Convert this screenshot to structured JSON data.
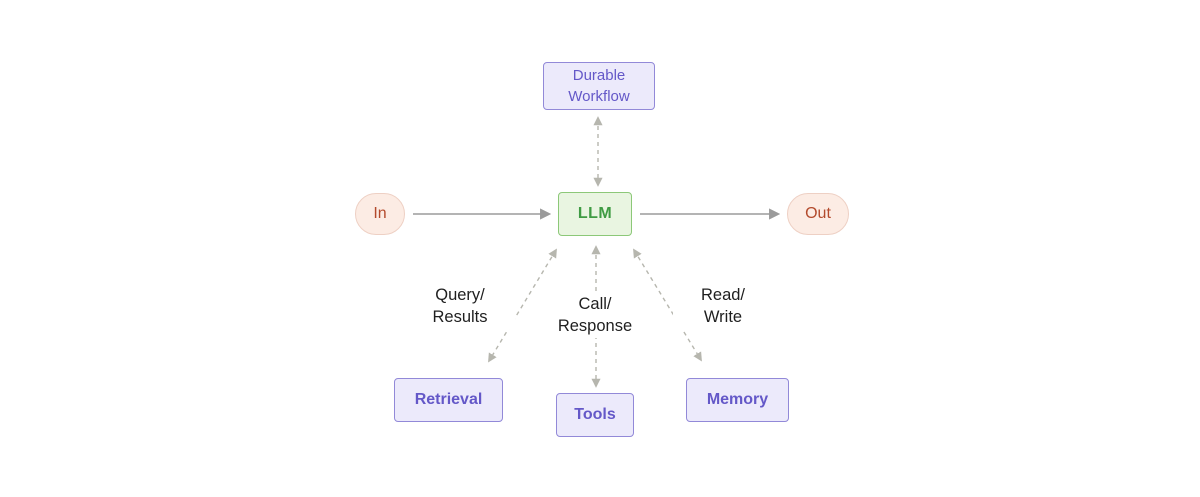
{
  "diagram": {
    "title": "LLM workflow diagram",
    "nodes": {
      "in": {
        "label": "In"
      },
      "llm": {
        "label": "LLM"
      },
      "out": {
        "label": "Out"
      },
      "durable_workflow": {
        "label": "Durable\nWorkflow"
      },
      "retrieval": {
        "label": "Retrieval"
      },
      "tools": {
        "label": "Tools"
      },
      "memory": {
        "label": "Memory"
      }
    },
    "edge_labels": {
      "query_results": "Query/\nResults",
      "call_response": "Call/\nResponse",
      "read_write": "Read/\nWrite"
    },
    "edges": [
      {
        "from": "in",
        "to": "llm",
        "style": "solid",
        "direction": "one-way"
      },
      {
        "from": "llm",
        "to": "out",
        "style": "solid",
        "direction": "one-way"
      },
      {
        "from": "llm",
        "to": "durable_workflow",
        "style": "dashed",
        "direction": "two-way"
      },
      {
        "from": "llm",
        "to": "retrieval",
        "style": "dashed",
        "direction": "two-way",
        "label": "Query/ Results"
      },
      {
        "from": "llm",
        "to": "tools",
        "style": "dashed",
        "direction": "two-way",
        "label": "Call/ Response"
      },
      {
        "from": "llm",
        "to": "memory",
        "style": "dashed",
        "direction": "two-way",
        "label": "Read/ Write"
      }
    ],
    "colors": {
      "canvas_bg": "#ffffff",
      "node_purple_bg": "#eceafb",
      "node_purple_border": "#9289d8",
      "node_purple_text": "#6458c8",
      "node_green_bg": "#e9f5e1",
      "node_green_border": "#8cc878",
      "node_green_text": "#3f9b43",
      "pill_bg": "#fcece4",
      "pill_border": "#eed0c4",
      "pill_text": "#b34a2c",
      "arrow_solid": "#9b9b9b",
      "arrow_dashed": "#b6b6ae",
      "label_text": "#1f1f1f"
    }
  }
}
